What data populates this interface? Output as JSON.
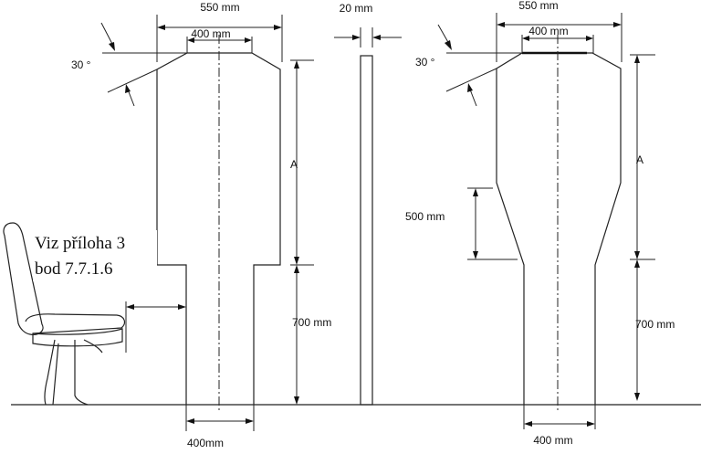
{
  "labels": {
    "width_top_left": "550 mm",
    "inner_top_left": "400 mm",
    "angle_left": "30 °",
    "dim_a_left": "A",
    "height_lower_left": "700 mm",
    "bottom_width_left": "400mm",
    "plate_thickness": "20 mm",
    "width_top_right": "550 mm",
    "inner_top_right": "400 mm",
    "angle_right": "30 °",
    "taper_height": "500 mm",
    "dim_a_right": "A",
    "height_lower_right": "700 mm",
    "bottom_width_right": "400 mm"
  },
  "note": {
    "line1": "Viz příloha 3",
    "line2": "bod 7.7.1.6"
  }
}
